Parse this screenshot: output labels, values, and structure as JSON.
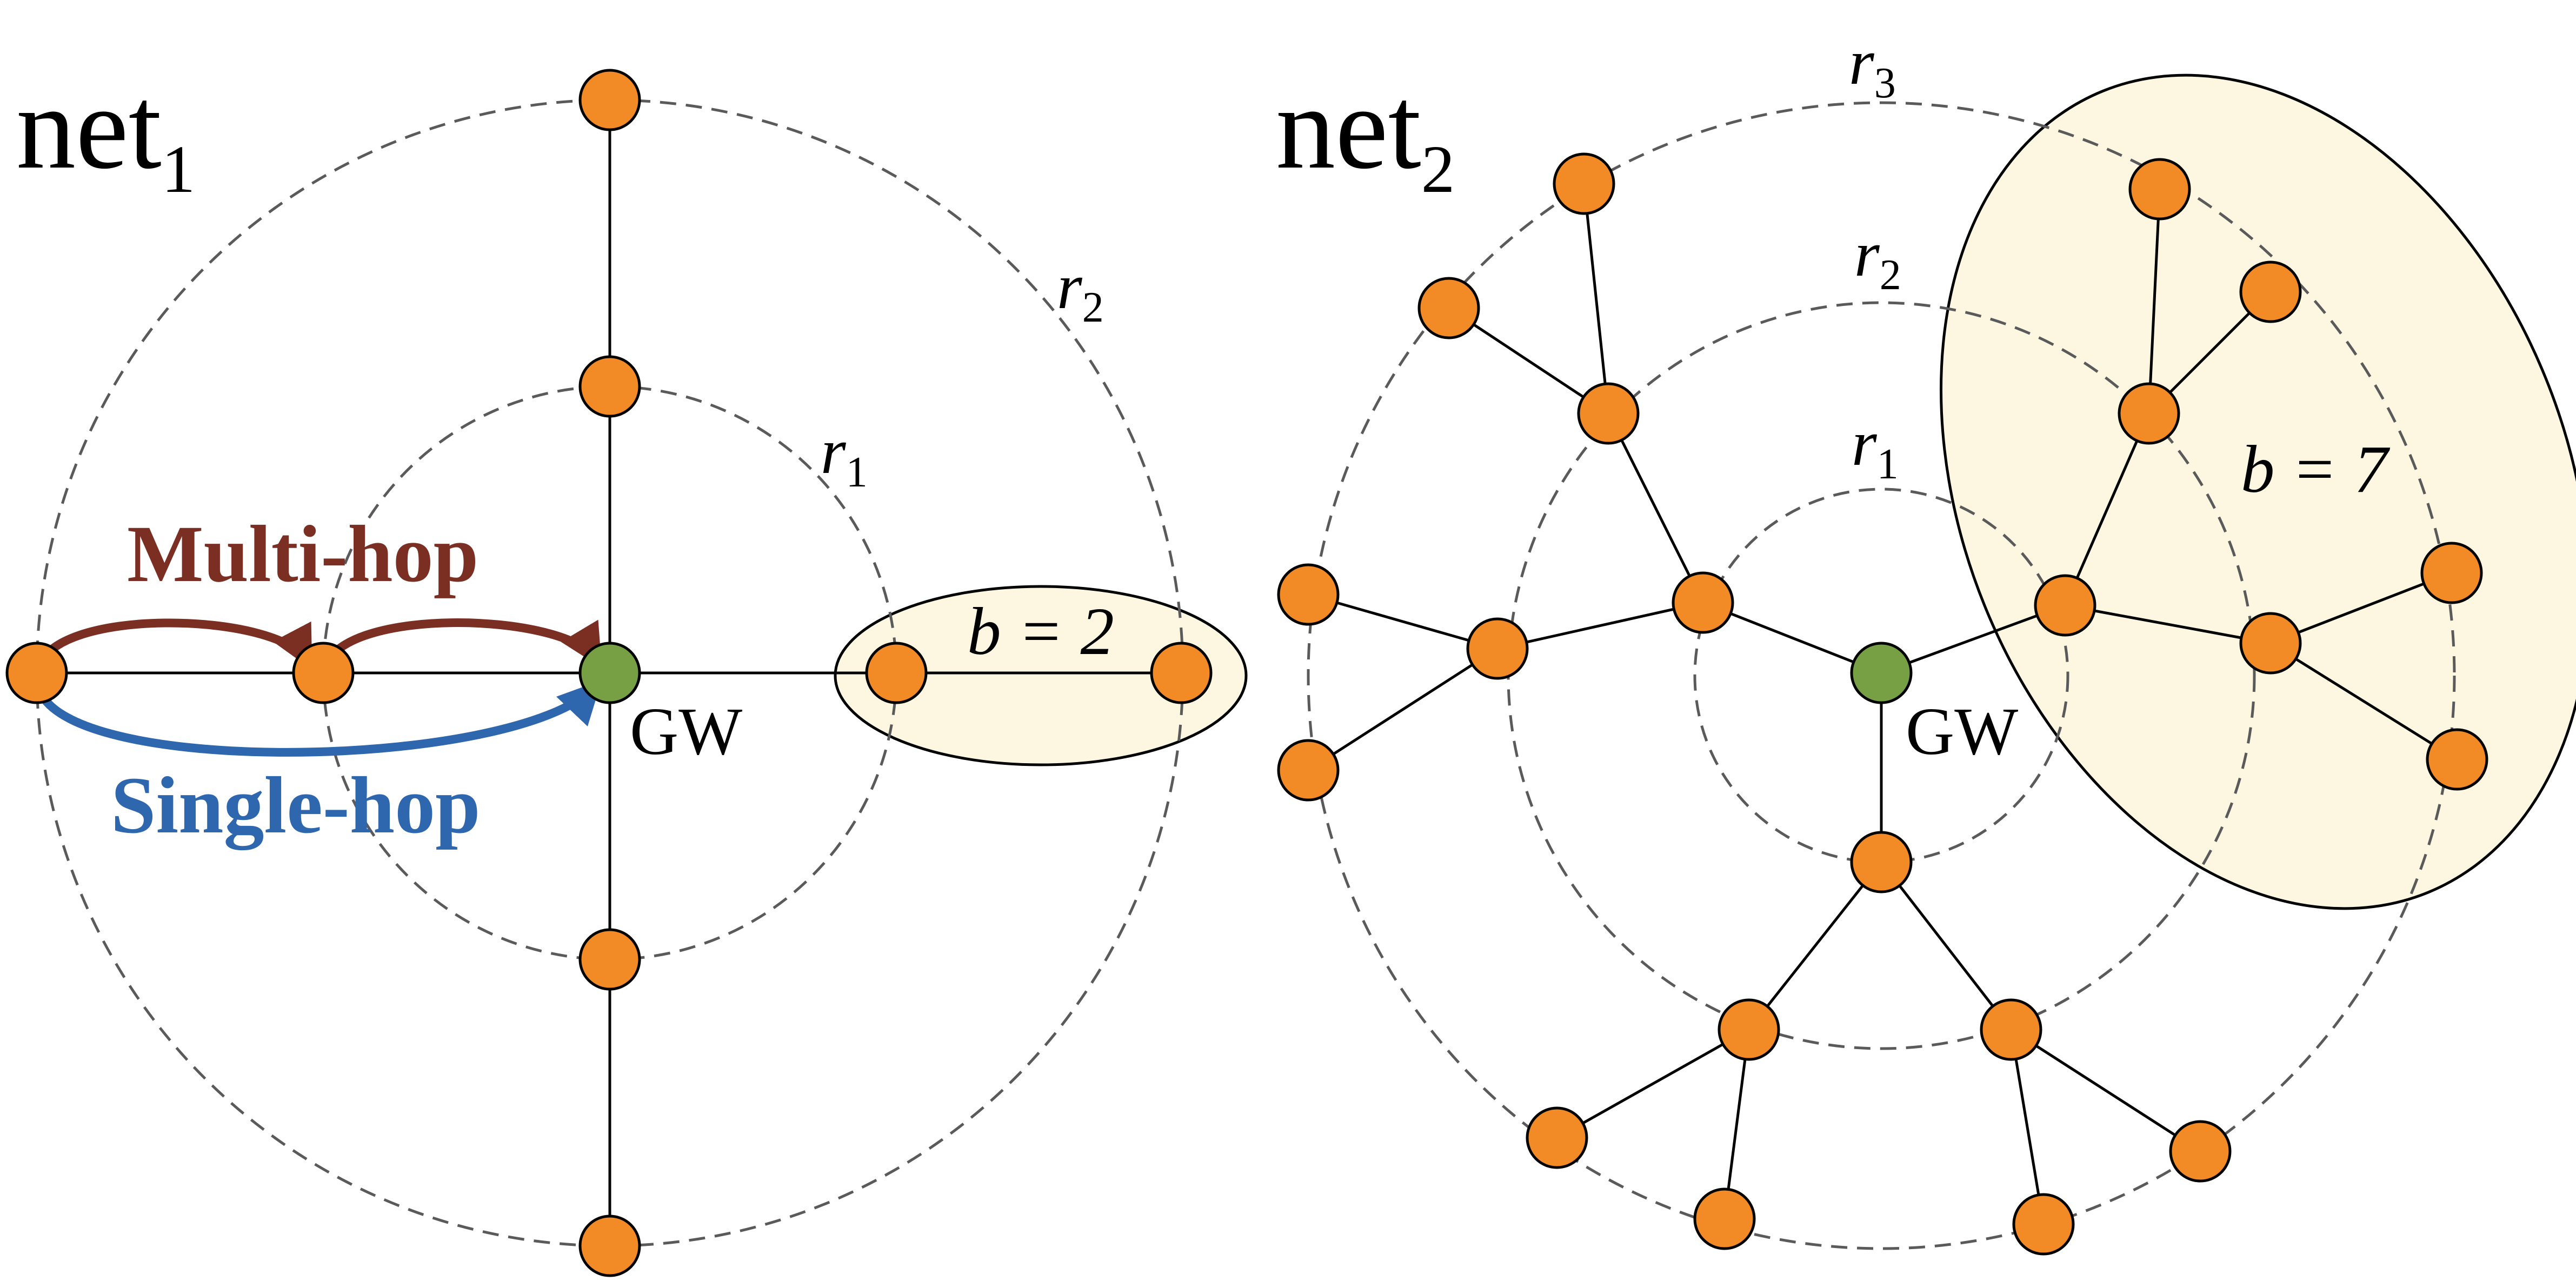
{
  "colors": {
    "node_fill": "#f28a26",
    "gateway_fill": "#76a043",
    "cluster_fill": "#fdf6e0",
    "multi_hop": "#7b2f23",
    "single_hop": "#2e67ad"
  },
  "net1": {
    "title_main": "net",
    "title_sub": "1",
    "ring_r1_main": "r",
    "ring_r1_sub": "1",
    "ring_r2_main": "r",
    "ring_r2_sub": "2",
    "gateway_label": "GW",
    "cluster_label": "b = 2",
    "multi_hop_label": "Multi-hop",
    "single_hop_label": "Single-hop"
  },
  "net2": {
    "title_main": "net",
    "title_sub": "2",
    "ring_r1_main": "r",
    "ring_r1_sub": "1",
    "ring_r2_main": "r",
    "ring_r2_sub": "2",
    "ring_r3_main": "r",
    "ring_r3_sub": "3",
    "gateway_label": "GW",
    "cluster_label": "b = 7"
  }
}
